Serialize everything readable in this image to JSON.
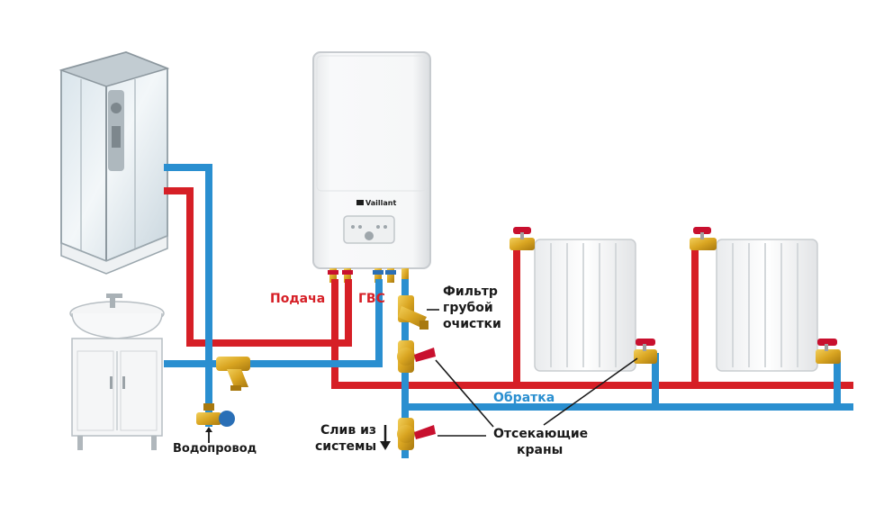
{
  "boiler": {
    "brand": "Vaillant"
  },
  "labels": {
    "supply": "Подача",
    "dhw": "ГВС",
    "filter_line1": "Фильтр",
    "filter_line2": "грубой",
    "filter_line3": "очистки",
    "return": "Обратка",
    "shutoff_line1": "Отсекающие",
    "shutoff_line2": "краны",
    "drain_line1": "Слив из",
    "drain_line2": "системы",
    "water_main": "Водопровод"
  },
  "colors": {
    "hot_pipe": "#d61f26",
    "cold_pipe": "#2a8fd0",
    "label_red": "#d61f26",
    "label_blue": "#2a8fd0",
    "label_dark": "#1a1a1a",
    "brass": "#d9a521",
    "valve_handle": "#c8102e"
  },
  "icons": {
    "drain_arrow": "arrow-down-icon",
    "water_arrow": "arrow-up-icon"
  }
}
